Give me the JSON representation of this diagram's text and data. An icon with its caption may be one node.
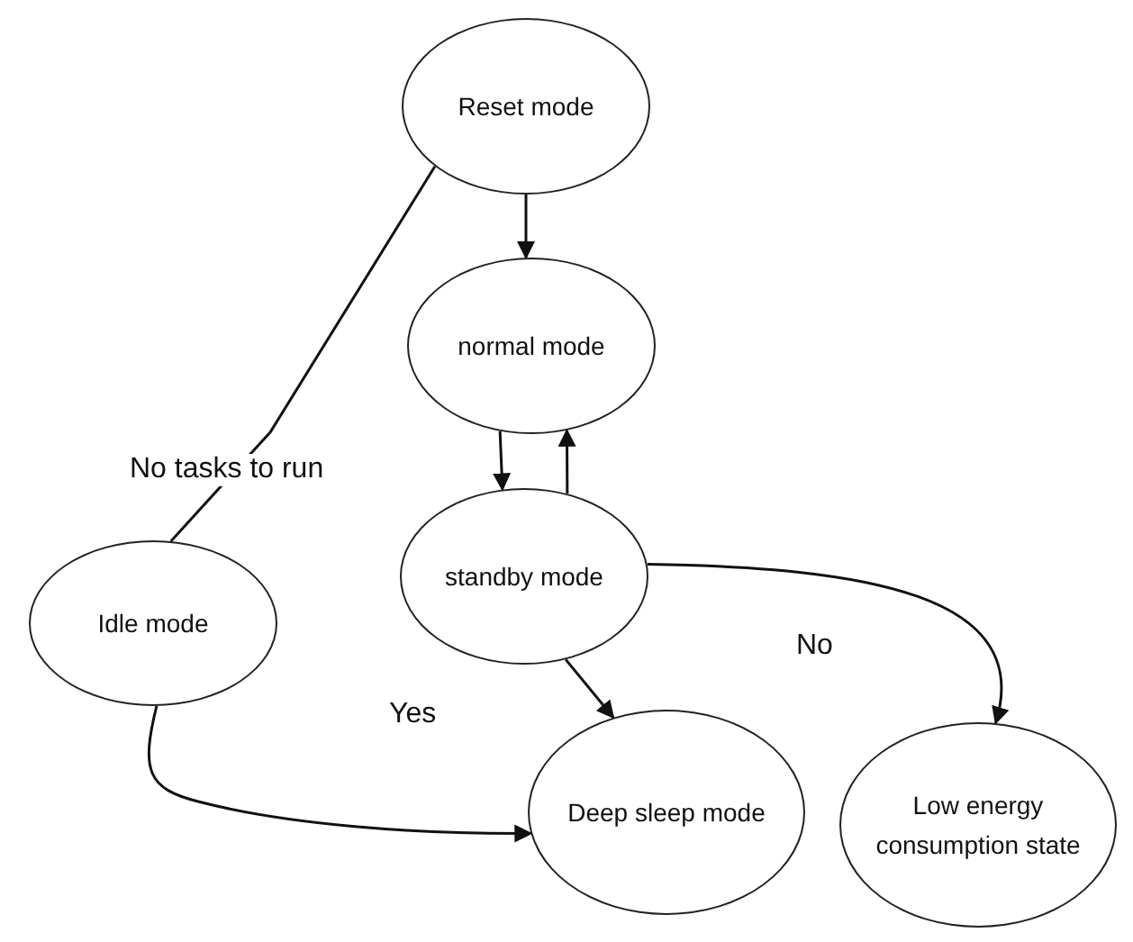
{
  "diagram": {
    "nodes": [
      {
        "text": [
          "Reset mode"
        ]
      },
      {
        "text": [
          "normal mode"
        ]
      },
      {
        "text": [
          "standby mode"
        ]
      },
      {
        "text": [
          "Idle mode"
        ]
      },
      {
        "text": [
          "Deep sleep mode"
        ]
      },
      {
        "text": [
          "Low energy consumption state"
        ]
      }
    ],
    "edges": [
      {
        "from": 0,
        "to": 1,
        "arrow": "to"
      },
      {
        "from": 0,
        "to": 3,
        "arrow": "none",
        "label": "No tasks to run"
      },
      {
        "from": 1,
        "to": 2,
        "arrow": "to"
      },
      {
        "from": 2,
        "to": 1,
        "arrow": "to"
      },
      {
        "from": 2,
        "to": 5,
        "arrow": "to",
        "label": "No"
      },
      {
        "from": 2,
        "to": 4,
        "arrow": "to",
        "label": "Yes"
      },
      {
        "from": 3,
        "to": 4,
        "arrow": "to"
      }
    ]
  }
}
